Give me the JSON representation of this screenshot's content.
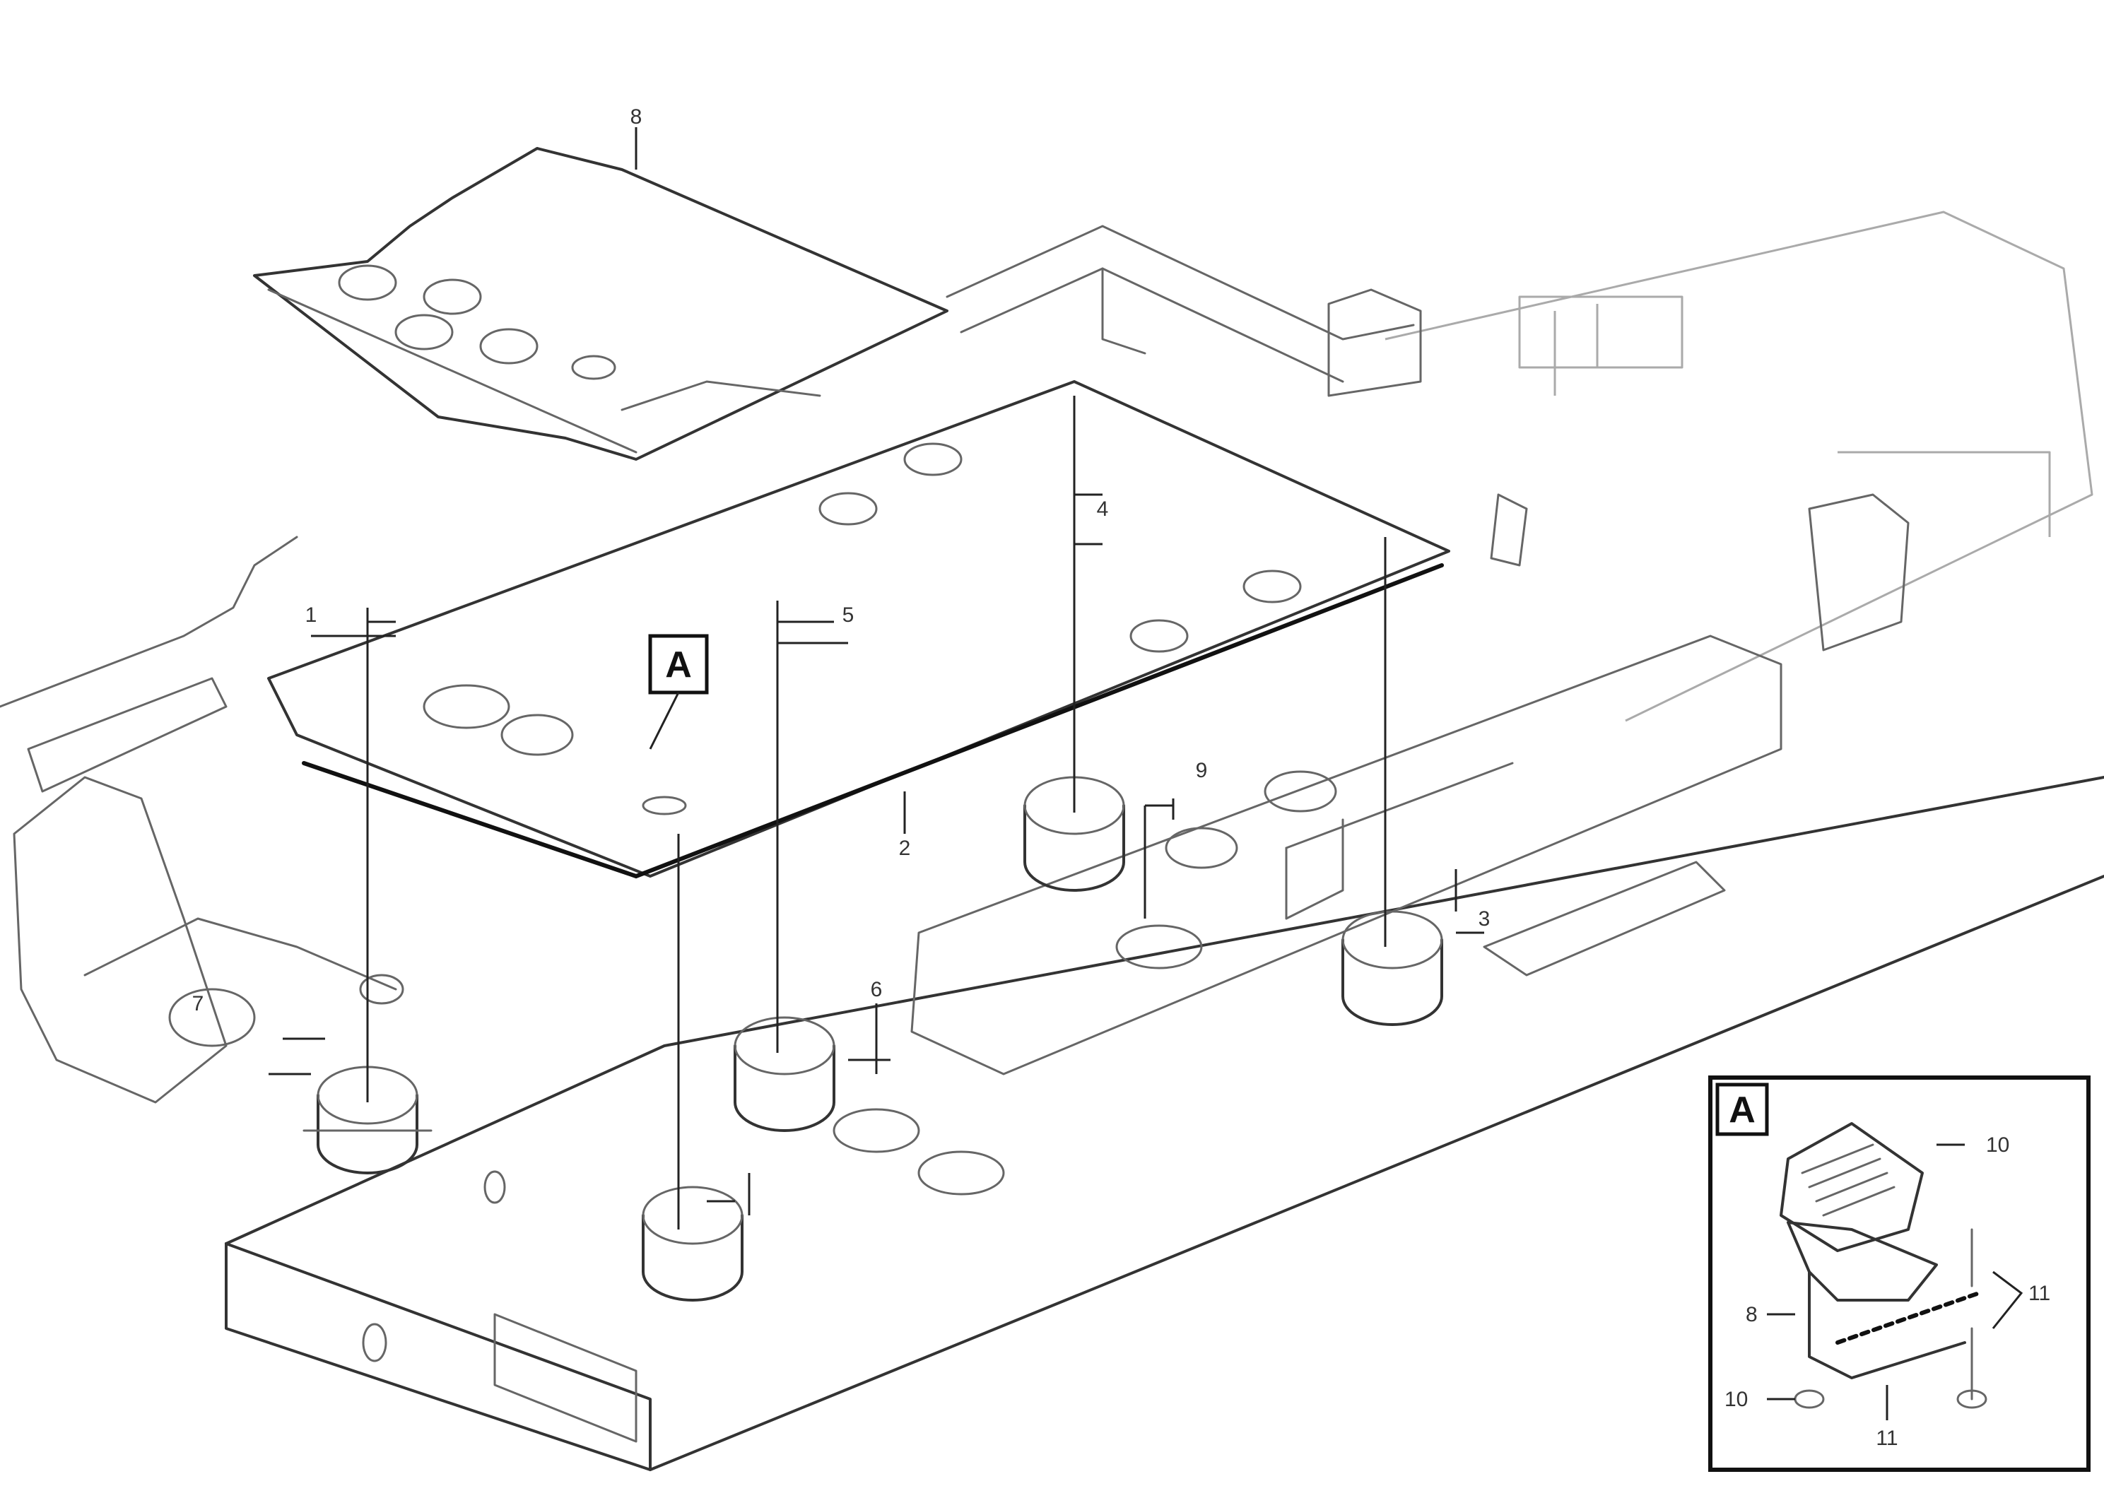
{
  "detail_callout": {
    "letter": "A"
  },
  "inset": {
    "letter": "A",
    "labels": [
      "10",
      "8",
      "10",
      "11",
      "11"
    ]
  },
  "part_labels": [
    "8",
    "2",
    "1",
    "5",
    "4",
    "3",
    "7",
    "6",
    "9"
  ],
  "reference": {
    "line1": "",
    "line2": "",
    "line3": ""
  }
}
